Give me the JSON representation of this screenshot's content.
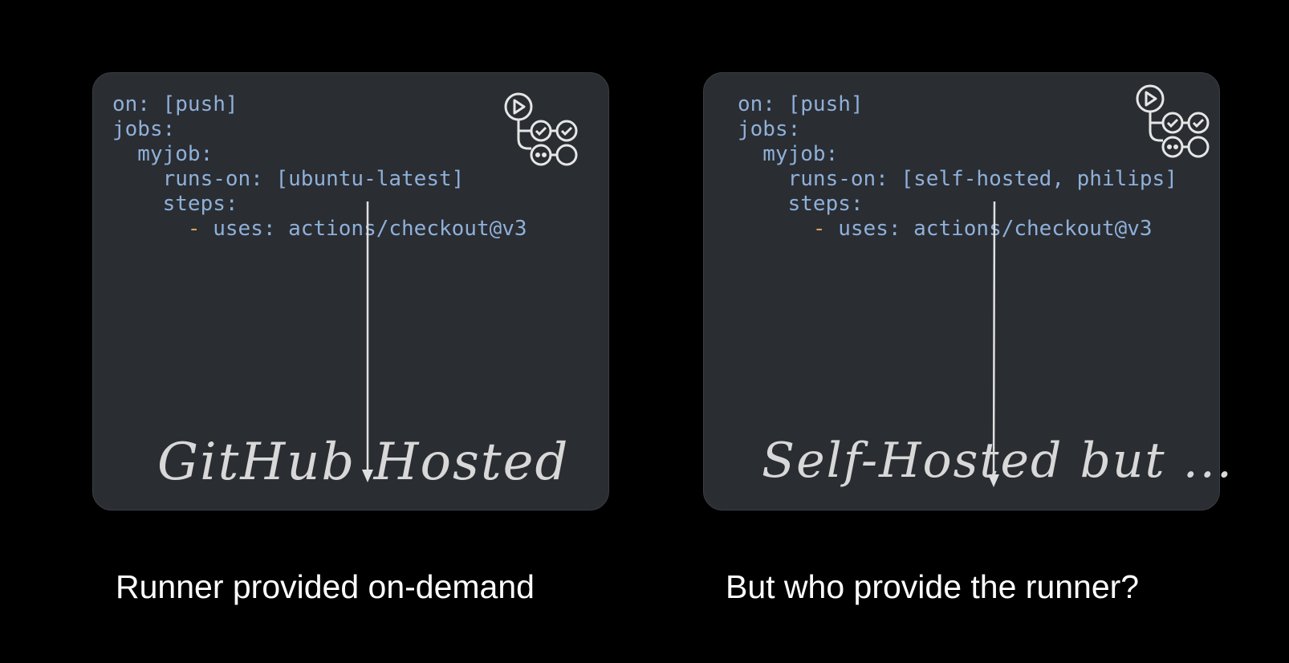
{
  "colors": {
    "background": "#000000",
    "card": "#2a2d32",
    "code_text": "#8fb0d9",
    "list_dash": "#d9a35a",
    "handwriting": "#d8d8d8",
    "caption": "#ffffff"
  },
  "left": {
    "code": {
      "line1": "on: [push]",
      "line2": "jobs:",
      "line3": "  myjob:",
      "line4": "    runs-on: [ubuntu-latest]",
      "line5": "    steps:",
      "line6_dash": "      -",
      "line6_rest": " uses: actions/checkout@v3"
    },
    "icon": "github-actions-workflow-icon",
    "handwritten": "GitHub Hosted",
    "caption": "Runner provided on-demand"
  },
  "right": {
    "code": {
      "line1": "on: [push]",
      "line2": "jobs:",
      "line3": "  myjob:",
      "line4": "    runs-on: [self-hosted, philips]",
      "line5": "    steps:",
      "line6_dash": "      -",
      "line6_rest": " uses: actions/checkout@v3"
    },
    "icon": "github-actions-workflow-icon",
    "handwritten": "Self-Hosted but ...",
    "caption": "But who provide the runner?"
  }
}
